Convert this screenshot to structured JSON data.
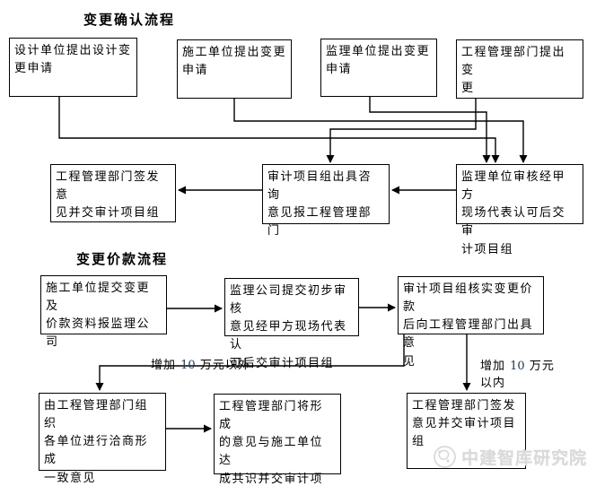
{
  "flow1": {
    "title": "变更确认流程",
    "nodes": {
      "design": "设计单位提出设计变\n更申请",
      "construction": "施工单位提出变更\n申请",
      "supervision": "监理单位提出变更\n申请",
      "engineering": "工程管理部门提出变\n更",
      "sign_issue": "工程管理部门签发意\n见并交审计项目组",
      "audit_advice": "审计项目组出具咨询\n意见报工程管理部门",
      "supervision_review": "监理单位审核经甲方\n现场代表认可后交审\n计项目组"
    }
  },
  "flow2": {
    "title": "变更价款流程",
    "nodes": {
      "submit_price": "施工单位提交变更及\n价款资料报监理公司",
      "preliminary_review": "监理公司提交初步审核\n意见经甲方现场代表认\n可后交审计项目组",
      "verify_price": "审计项目组核实变更价款\n后向工程管理部门出具意\n见",
      "negotiate": "由工程管理部门组织\n各单位进行洽商形成\n一致意见",
      "consensus": "工程管理部门将形成\n的意见与施工单位达\n成共识并交审计项目\n组",
      "sign_issue": "工程管理部门签发\n意见并交审计项目\n组"
    },
    "labels": {
      "over": {
        "prefix": "增加 ",
        "num": "10",
        "suffix": " 万元以外"
      },
      "under": {
        "prefix": "增加 ",
        "num": "10",
        "suffix": " 万元\n以内"
      }
    }
  },
  "watermark": {
    "text": "中建智库研究院"
  },
  "colors": {
    "line": "#000000",
    "number_accent": "#1f3864",
    "watermark_gray": "#d9d9d9"
  }
}
